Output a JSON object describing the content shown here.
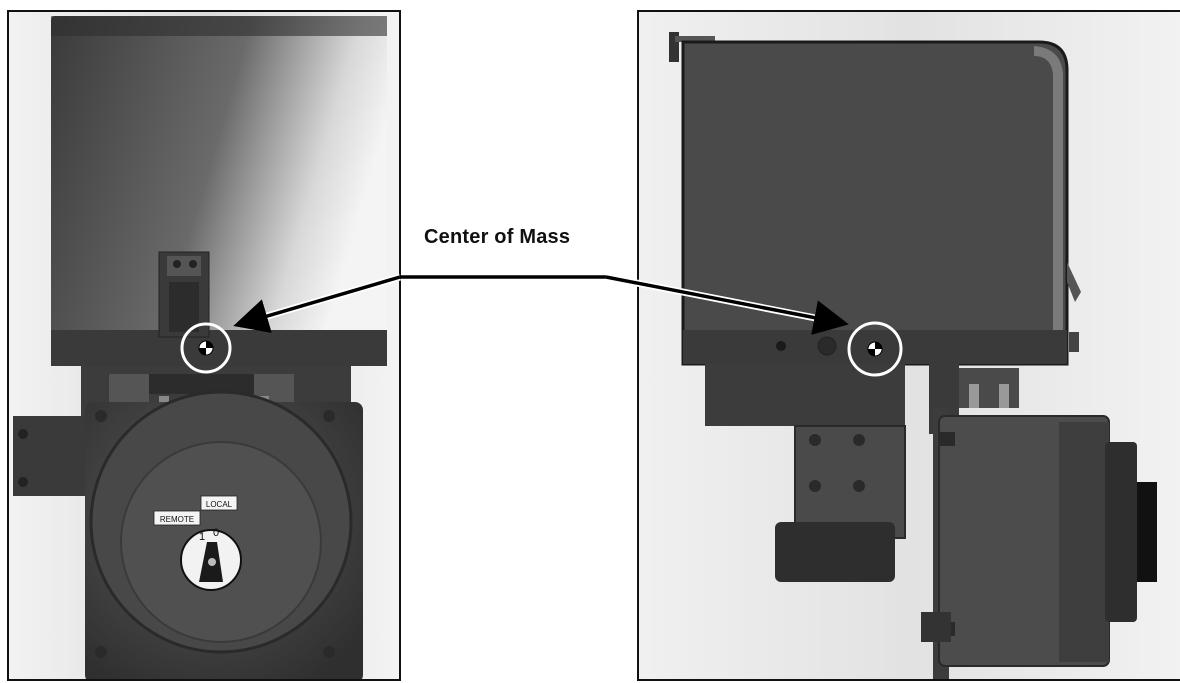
{
  "callout": {
    "label": "Center of Mass"
  },
  "switch_labels": {
    "remote": "REMOTE",
    "local": "LOCAL",
    "position_1": "1",
    "position_0": "0"
  },
  "colors": {
    "body": "#4a4a4a",
    "body_dark": "#2e2e2e",
    "background": "#e9e9e9",
    "arrow": "#000000",
    "marker_ring": "#ffffff"
  }
}
